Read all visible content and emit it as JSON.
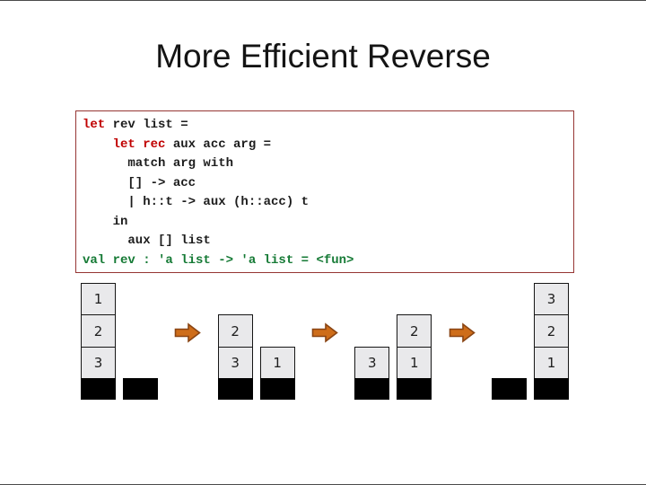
{
  "slide": {
    "title": "More Efficient Reverse"
  },
  "code_box": {
    "lines": [
      {
        "segments": [
          {
            "style": "keyword",
            "text": "let"
          },
          {
            "style": "plain",
            "text": " rev list ="
          }
        ]
      },
      {
        "segments": [
          {
            "style": "plain",
            "text": "    "
          },
          {
            "style": "keyword",
            "text": "let rec"
          },
          {
            "style": "plain",
            "text": " aux acc arg ="
          }
        ]
      },
      {
        "segments": [
          {
            "style": "plain",
            "text": "      match arg with"
          }
        ]
      },
      {
        "segments": [
          {
            "style": "plain",
            "text": "      [] -> acc"
          }
        ]
      },
      {
        "segments": [
          {
            "style": "plain",
            "text": "      | h::t -> aux (h::acc) t"
          }
        ]
      },
      {
        "segments": [
          {
            "style": "plain",
            "text": "    in"
          }
        ]
      },
      {
        "segments": [
          {
            "style": "plain",
            "text": "      aux [] list"
          }
        ]
      },
      {
        "segments": [
          {
            "style": "output",
            "text": "val rev : 'a list -> 'a list = <fun>"
          }
        ]
      }
    ],
    "colors": {
      "keyword": "#c00000",
      "plain": "#1c1c1c",
      "output": "#157a35",
      "border": "#963634"
    }
  },
  "diagram": {
    "description": "Four states of reversing the list [1;2;3] with an accumulator; black block is the empty list (nil)",
    "arrow_icon": "arrow-right-icon",
    "colors": {
      "arrow_fill": "#ce6d1a",
      "arrow_stroke": "#8a4513",
      "cell_fill": "#e9e9eb",
      "cell_border": "#161616",
      "nil_fill": "#000000"
    },
    "states": [
      {
        "list_stack": [
          "1",
          "2",
          "3"
        ],
        "acc_stack": []
      },
      {
        "list_stack": [
          "2",
          "3"
        ],
        "acc_stack": [
          "1"
        ]
      },
      {
        "list_stack": [
          "3"
        ],
        "acc_stack": [
          "2",
          "1"
        ]
      },
      {
        "list_stack": [],
        "acc_stack": [
          "3",
          "2",
          "1"
        ]
      }
    ]
  }
}
